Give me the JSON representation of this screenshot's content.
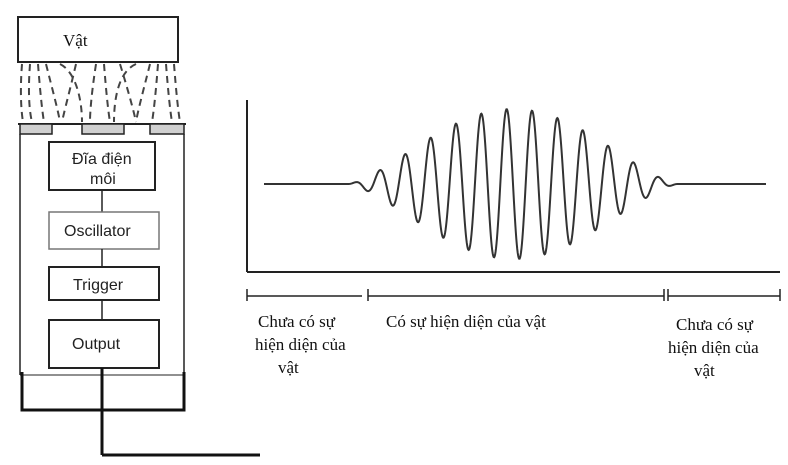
{
  "sensor": {
    "object_label": "Vật",
    "blocks": [
      "Đĩa điện",
      "môi",
      "Oscillator",
      "Trigger",
      "Output"
    ]
  },
  "waveform_labels": {
    "left": [
      "Chưa có sự",
      "hiện diện của",
      "vật"
    ],
    "middle": "Có sự hiện diện của vật",
    "right": [
      "Chưa có sự",
      "hiện diện của",
      "vật"
    ]
  },
  "waveform": {
    "cycles": 13,
    "envelope": "rise then fall"
  }
}
